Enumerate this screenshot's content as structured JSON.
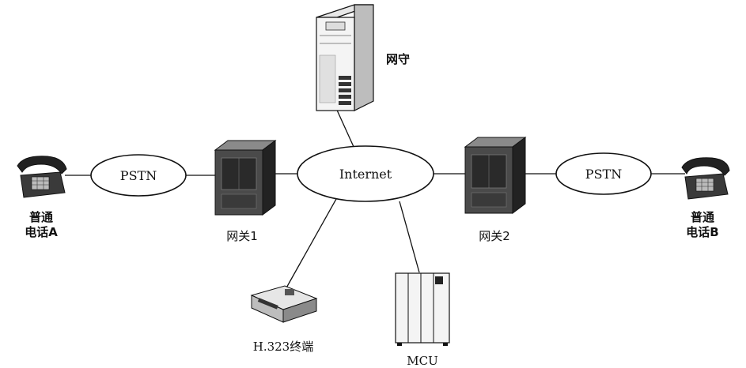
{
  "nodes": {
    "gatekeeper": {
      "label": "网守"
    },
    "internet": {
      "label": "Internet"
    },
    "pstn_left": {
      "label": "PSTN"
    },
    "pstn_right": {
      "label": "PSTN"
    },
    "gateway1": {
      "label": "网关1"
    },
    "gateway2": {
      "label": "网关2"
    },
    "phone_a": {
      "label_line1": "普通",
      "label_line2": "电话A"
    },
    "phone_b": {
      "label_line1": "普通",
      "label_line2": "电话B"
    },
    "h323_terminal": {
      "label": "H.323终端"
    },
    "mcu": {
      "label": "MCU"
    }
  },
  "edges": [
    {
      "from": "phone_a",
      "to": "pstn_left"
    },
    {
      "from": "pstn_left",
      "to": "gateway1"
    },
    {
      "from": "gateway1",
      "to": "internet"
    },
    {
      "from": "internet",
      "to": "gatekeeper"
    },
    {
      "from": "internet",
      "to": "gateway2"
    },
    {
      "from": "gateway2",
      "to": "pstn_right"
    },
    {
      "from": "pstn_right",
      "to": "phone_b"
    },
    {
      "from": "internet",
      "to": "h323_terminal"
    },
    {
      "from": "internet",
      "to": "mcu"
    }
  ]
}
